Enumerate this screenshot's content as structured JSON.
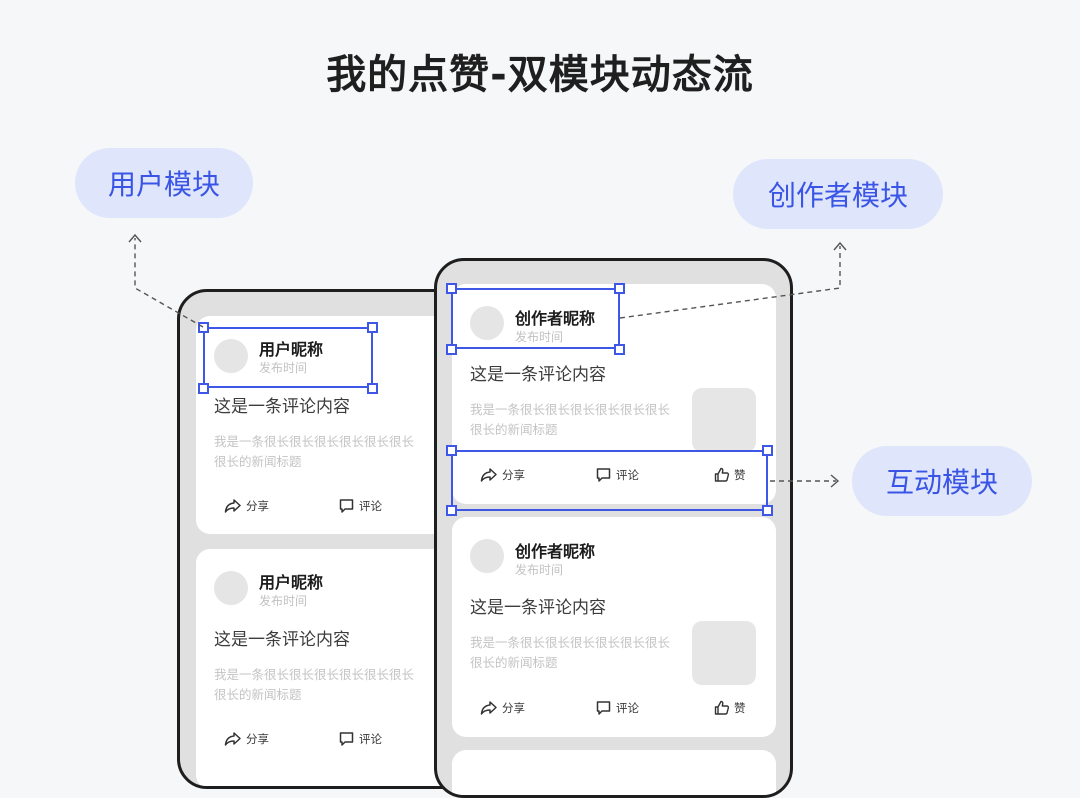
{
  "title": "我的点赞-双模块动态流",
  "labels": {
    "user_module": "用户模块",
    "creator_module": "创作者模块",
    "interaction_module": "互动模块"
  },
  "left_cards": [
    {
      "nickname": "用户昵称",
      "time": "发布时间",
      "comment": "这是一条评论内容",
      "news": "我是一条很长很长很长很长很长很长很长的新闻标题",
      "share": "分享",
      "comment_btn": "评论"
    },
    {
      "nickname": "用户昵称",
      "time": "发布时间",
      "comment": "这是一条评论内容",
      "news": "我是一条很长很长很长很长很长很长很长的新闻标题",
      "share": "分享",
      "comment_btn": "评论"
    }
  ],
  "right_cards": [
    {
      "nickname": "创作者昵称",
      "time": "发布时间",
      "comment": "这是一条评论内容",
      "news": "我是一条很长很长很长很长很长很长很长的新闻标题",
      "share": "分享",
      "comment_btn": "评论",
      "like": "赞"
    },
    {
      "nickname": "创作者昵称",
      "time": "发布时间",
      "comment": "这是一条评论内容",
      "news": "我是一条很长很长很长很长很长很长很长的新闻标题",
      "share": "分享",
      "comment_btn": "评论",
      "like": "赞"
    }
  ],
  "colors": {
    "accent": "#3e57e6",
    "pill_bg": "#dfe6fb",
    "background": "#f6f7f9"
  },
  "icons": [
    "share-icon",
    "comment-icon",
    "like-icon"
  ]
}
